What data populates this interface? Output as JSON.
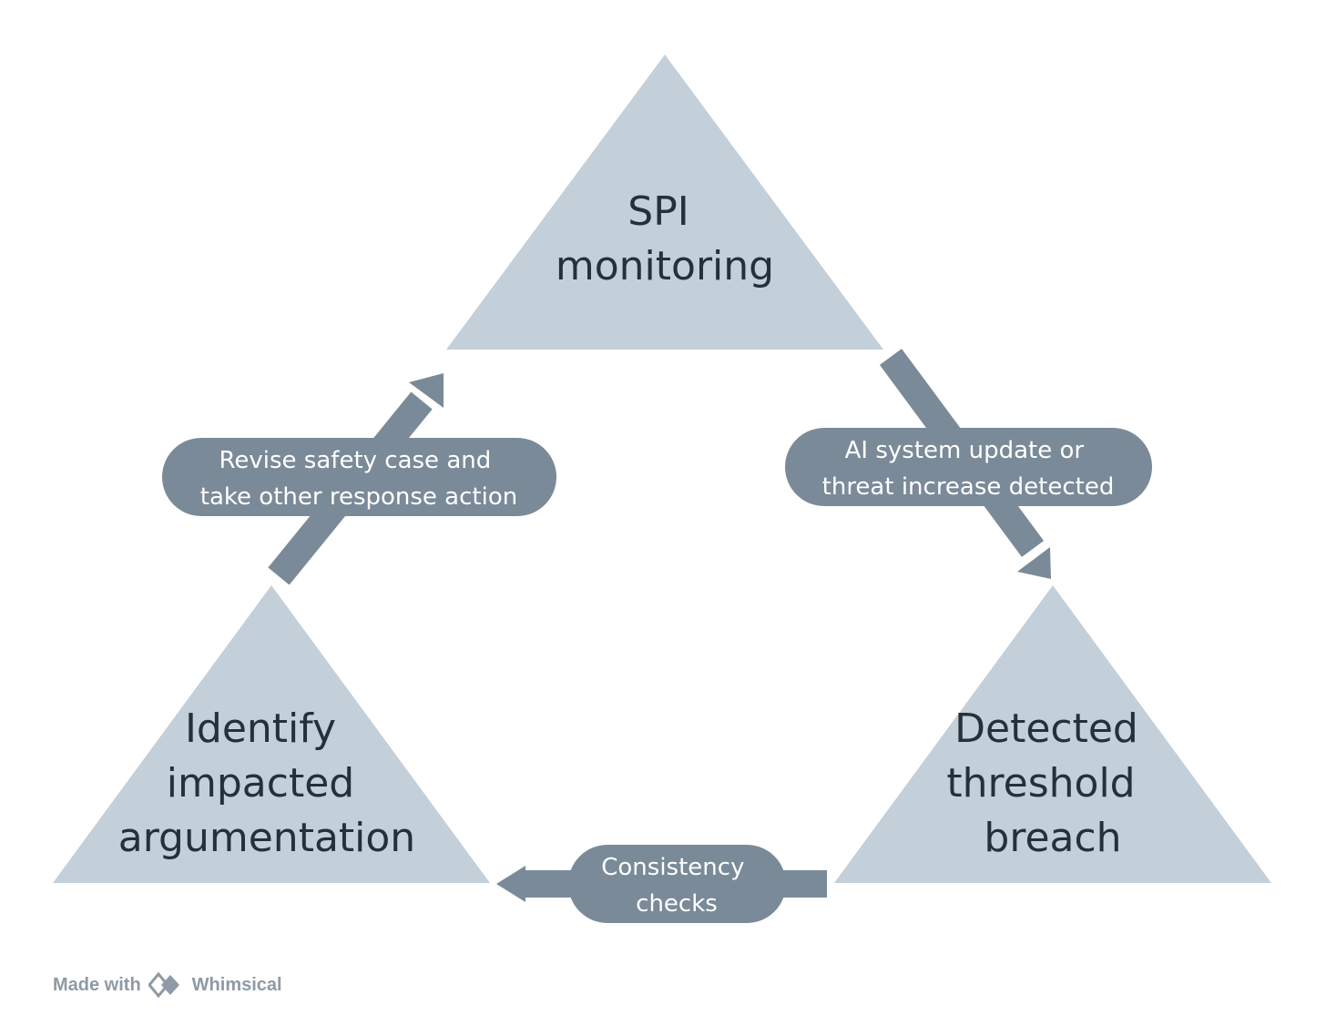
{
  "nodes": {
    "top": {
      "lines": [
        "SPI",
        "monitoring"
      ]
    },
    "right": {
      "lines": [
        "Detected",
        "threshold",
        "breach"
      ]
    },
    "left": {
      "lines": [
        "Identify",
        "impacted",
        "argumentation"
      ]
    }
  },
  "edges": {
    "top_to_right": {
      "lines": [
        "AI system update or",
        "threat increase detected"
      ]
    },
    "right_to_left": {
      "lines": [
        "Consistency",
        "checks"
      ]
    },
    "left_to_top": {
      "lines": [
        "Revise safety case and",
        "take other response action"
      ]
    }
  },
  "footer": {
    "made_with": "Made with",
    "brand": "Whimsical",
    "logo_icon": "whimsical-logo-icon"
  },
  "colors": {
    "triangle_fill": "#c3cfd9",
    "arrow_fill": "#7a8a98",
    "node_text": "#24303d",
    "edge_text": "#ffffff"
  }
}
